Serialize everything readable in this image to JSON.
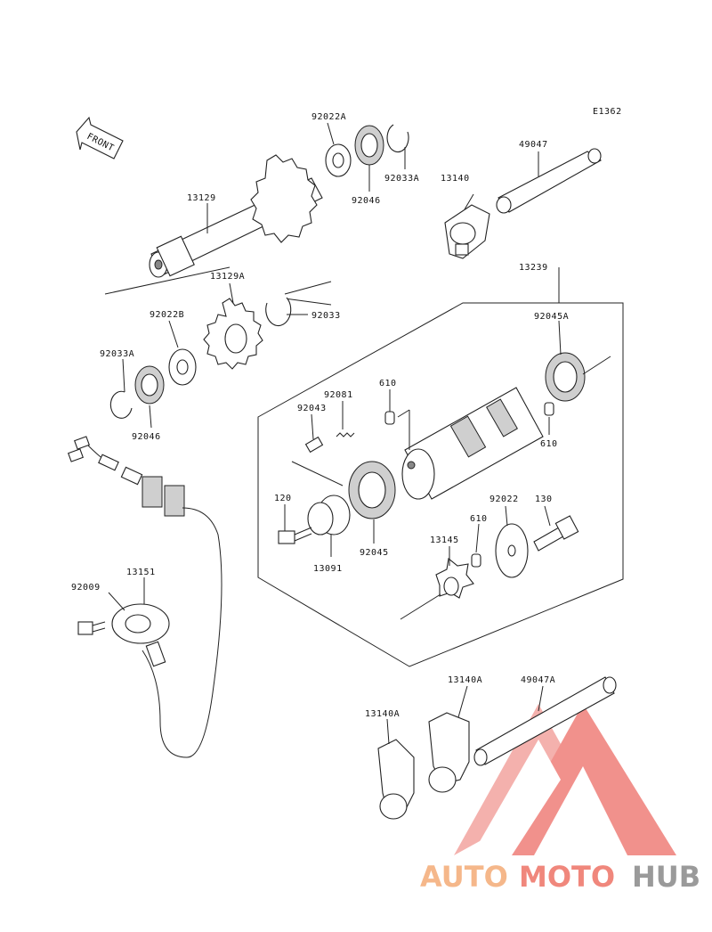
{
  "diagram_code": "E1362",
  "front_label": "FRONT",
  "watermark": {
    "part1": "AUTO",
    "part2": "MOTO",
    "part3": "HUB",
    "colors": {
      "part1": "#f5b78a",
      "part2": "#f0877c",
      "part3": "#9a9a9a",
      "logo": "#ef7e78"
    }
  },
  "parts": {
    "p13129": "13129",
    "p92022A": "92022A",
    "p92046a": "92046",
    "p92033Aa": "92033A",
    "p49047": "49047",
    "p13140": "13140",
    "p13129A": "13129A",
    "p92033": "92033",
    "p92022B": "92022B",
    "p92033Ab": "92033A",
    "p92046b": "92046",
    "p13239": "13239",
    "p92045A": "92045A",
    "p610a": "610",
    "p92081": "92081",
    "p92043": "92043",
    "p610b": "610",
    "p120": "120",
    "p92022": "92022",
    "p130": "130",
    "p610c": "610",
    "p13145": "13145",
    "p13091": "13091",
    "p92045": "92045",
    "p13151": "13151",
    "p92009": "92009",
    "p13140Aa": "13140A",
    "p49047A": "49047A",
    "p13140Ab": "13140A"
  }
}
